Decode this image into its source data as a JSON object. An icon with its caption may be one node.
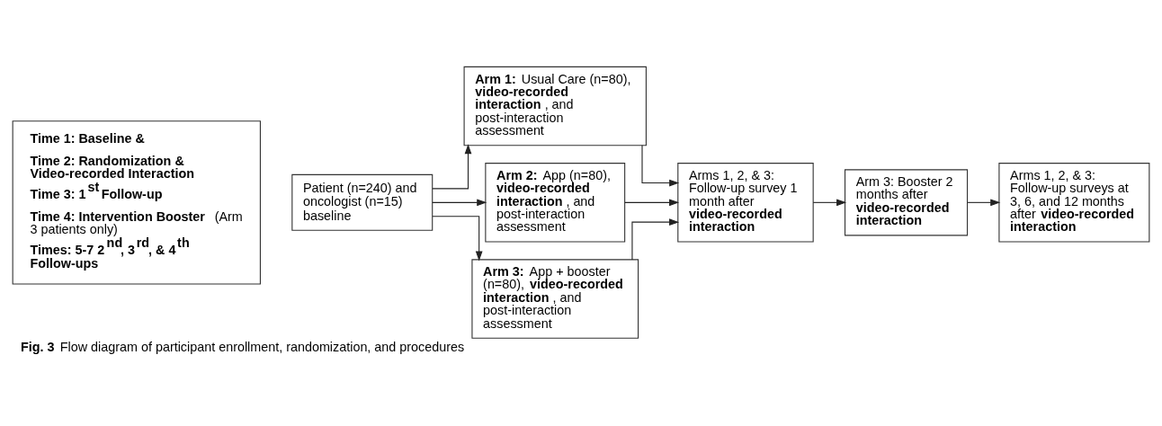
{
  "diagram": {
    "caption": "**Fig. 3** Flow diagram of participant enrollment, randomization, and procedures",
    "nodes": [
      {
        "text": [
          "Time 1: Baseline &",
          "Time 2: Randomization & Video-recorded Interaction",
          "Time 3: 1$^{st}$ Follow-up",
          "**Time 4: Intervention Booster** (Arm 3 patients only)",
          "Times: 5-7 2$^{nd}$, 3$^{rd}$, & 4$^{th}$ Follow-ups"
        ]
      },
      {
        "text": [
          "Patient (n=240) and oncologist (n=15) baseline"
        ]
      },
      {
        "text": [
          "**Arm 1:** Usual Care (n=80), **video-recorded interaction**, and post-interaction assessment"
        ]
      },
      {
        "text": [
          "**Arm 2:** App (n=80), **video-recorded interaction**, and post-interaction assessment"
        ]
      },
      {
        "text": [
          "**Arm 3:** App + booster (n=80), **video-recorded interaction**, and post-interaction assessment"
        ]
      },
      {
        "text": [
          "Arms 1, 2, & 3: Follow-up survey 1 month after **video-recorded interaction**"
        ]
      },
      {
        "text": [
          "Arm 3: Booster 2 months after **video-recorded interaction**"
        ]
      },
      {
        "text": [
          "Arms 1, 2, & 3: Follow-up surveys at 3, 6, and 12 months after **video-recorded interaction**"
        ]
      }
    ],
    "edges": [
      {
        "from": 1,
        "to": 2,
        "arrow": "to"
      },
      {
        "from": 1,
        "to": 3,
        "arrow": "to"
      },
      {
        "from": 1,
        "to": 4,
        "arrow": "to"
      },
      {
        "from": 2,
        "to": 5,
        "arrow": "to"
      },
      {
        "from": 3,
        "to": 5,
        "arrow": "to"
      },
      {
        "from": 4,
        "to": 5,
        "arrow": "to"
      },
      {
        "from": 5,
        "to": 6,
        "arrow": "to"
      },
      {
        "from": 6,
        "to": 7,
        "arrow": "to"
      }
    ]
  }
}
